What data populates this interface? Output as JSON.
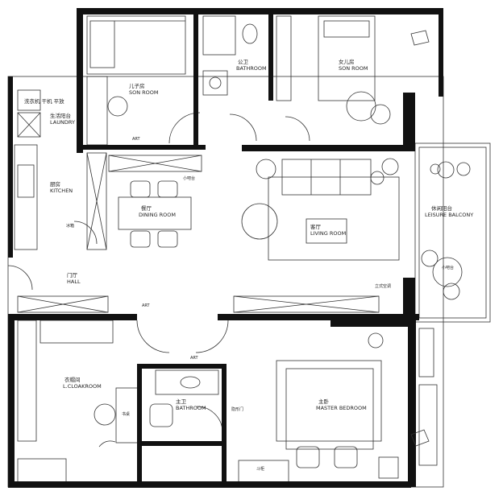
{
  "rooms": {
    "son_room_1": {
      "cn": "儿子房",
      "en": "SON ROOM"
    },
    "public_bath": {
      "cn": "公卫",
      "en": "BATHROOM"
    },
    "daughter_room": {
      "cn": "女儿房",
      "en": "SON ROOM"
    },
    "laundry": {
      "cn": "洗衣机 干机 平放",
      "en": "生活阳台",
      "en2": "LAUNDRY"
    },
    "kitchen": {
      "cn": "厨房",
      "en": "KITCHEN"
    },
    "dining": {
      "cn": "餐厅",
      "en": "DINING ROOM"
    },
    "living": {
      "cn": "客厅",
      "en": "LIVING ROOM"
    },
    "leisure_balcony": {
      "cn": "休闲阳台",
      "en": "LEISURE BALCONY"
    },
    "hall": {
      "cn": "门厅",
      "en": "HALL"
    },
    "cloakroom": {
      "cn": "衣帽间",
      "en": "L.CLOAKROOM"
    },
    "master_bath": {
      "cn": "主卫",
      "en": "BATHROOM"
    },
    "master_bedroom": {
      "cn": "主卧",
      "en": "MASTER BEDROOM"
    }
  },
  "annotations": {
    "art_1": "ART",
    "art_2": "ART",
    "art_3": "ART",
    "mini_bar": "小吧台",
    "mini_bar_balcony": "小吧台",
    "fridge": "冰箱",
    "ac_unit": "立式空调",
    "desk": "书桌",
    "hidden_door": "隐形门",
    "cabinet": "斗柜"
  },
  "colors": {
    "wall": "#111111",
    "line": "#333333",
    "paper": "#ffffff"
  }
}
